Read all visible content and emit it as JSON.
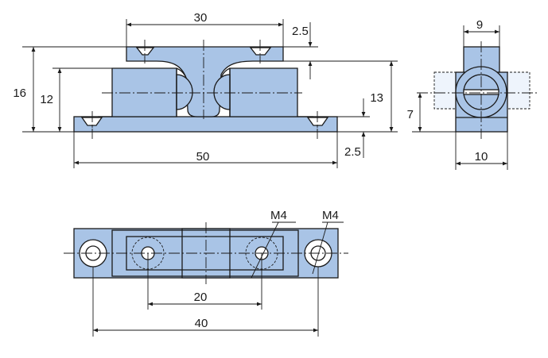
{
  "dimensions": {
    "top_width": "30",
    "top_thickness": "2.5",
    "overall_height": "16",
    "body_height": "12",
    "right_height": "13",
    "base_thickness": "2.5",
    "overall_length": "50",
    "side_width": "9",
    "side_center_height": "7",
    "side_base_width": "10",
    "hole_spacing_inner": "20",
    "hole_spacing_outer": "40",
    "thread_inner": "M4",
    "thread_outer": "M4"
  },
  "colors": {
    "part_fill": "#a9c4e6",
    "line": "#1a1a1a"
  }
}
